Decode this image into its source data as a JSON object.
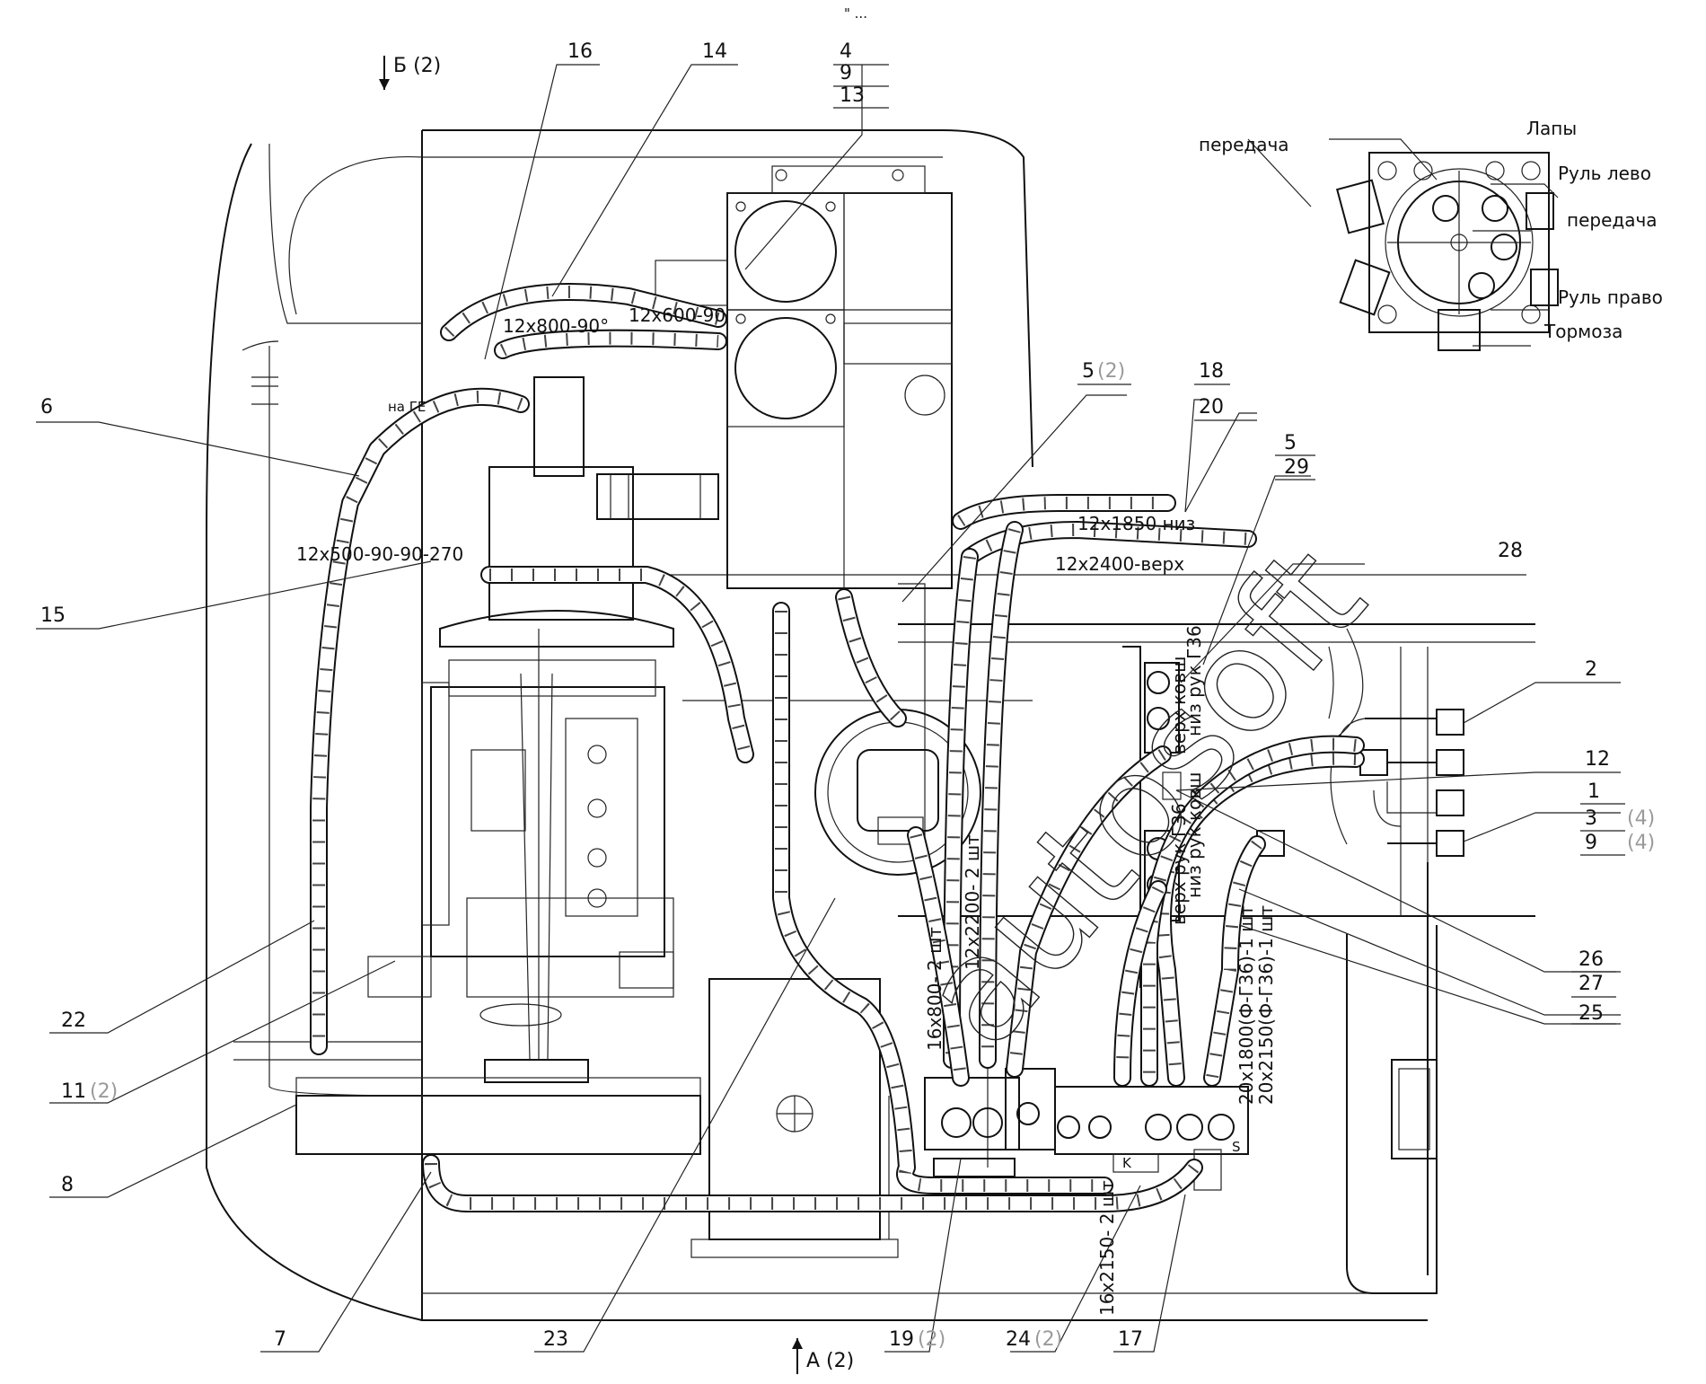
{
  "view_labels": {
    "top": "Б (2)",
    "bottom": "А (2)"
  },
  "watermark": "autosoft",
  "hose_labels": {
    "h1": "12х600-90",
    "h2": "12х800-90°",
    "h3": "12х500-90-90-270",
    "h4": "12х1850 низ",
    "h5": "12х2400-верх",
    "h6": "16х800- 2 шт",
    "h7": "12х2200- 2 шт",
    "h8": "16х2150- 2 шт",
    "h9": "20х1800(Ф-Г36)-1 шт",
    "h10": "20х2150(Ф-Г36)-1 шт"
  },
  "valve_labels": {
    "v1": "низ рук Г36",
    "v2": "верх ковш",
    "v3": "низ рук ковш",
    "v4": "верх рук Г36",
    "v5": "на ГЕ",
    "v6": "S",
    "v7": "K"
  },
  "inset_labels": {
    "l1": "передача",
    "l2": "Лапы",
    "l3": "Руль лево",
    "l4": "передача",
    "l5": "Руль право",
    "l6": "Тормоза"
  },
  "callouts": {
    "c16": "16",
    "c14": "14",
    "c4": "4",
    "c9a": "9",
    "c13": "13",
    "c6": "6",
    "c15": "15",
    "c5a": "5",
    "c5a_q": "(2)",
    "c18": "18",
    "c20": "20",
    "c5b": "5",
    "c29": "29",
    "c28": "28",
    "c2": "2",
    "c12": "12",
    "c1": "1",
    "c3": "3",
    "c3_q": "(4)",
    "c9b": "9",
    "c9b_q": "(4)",
    "c26": "26",
    "c27": "27",
    "c25": "25",
    "c22": "22",
    "c11": "11",
    "c11_q": "(2)",
    "c8": "8",
    "c7": "7",
    "c23": "23",
    "c19": "19",
    "c19_q": "(2)",
    "c24": "24",
    "c24_q": "(2)",
    "c17": "17"
  },
  "top_mark": "\" ...",
  "colors": {
    "line": "#111111",
    "background": "#ffffff",
    "quantity": "#9a9a9a"
  }
}
